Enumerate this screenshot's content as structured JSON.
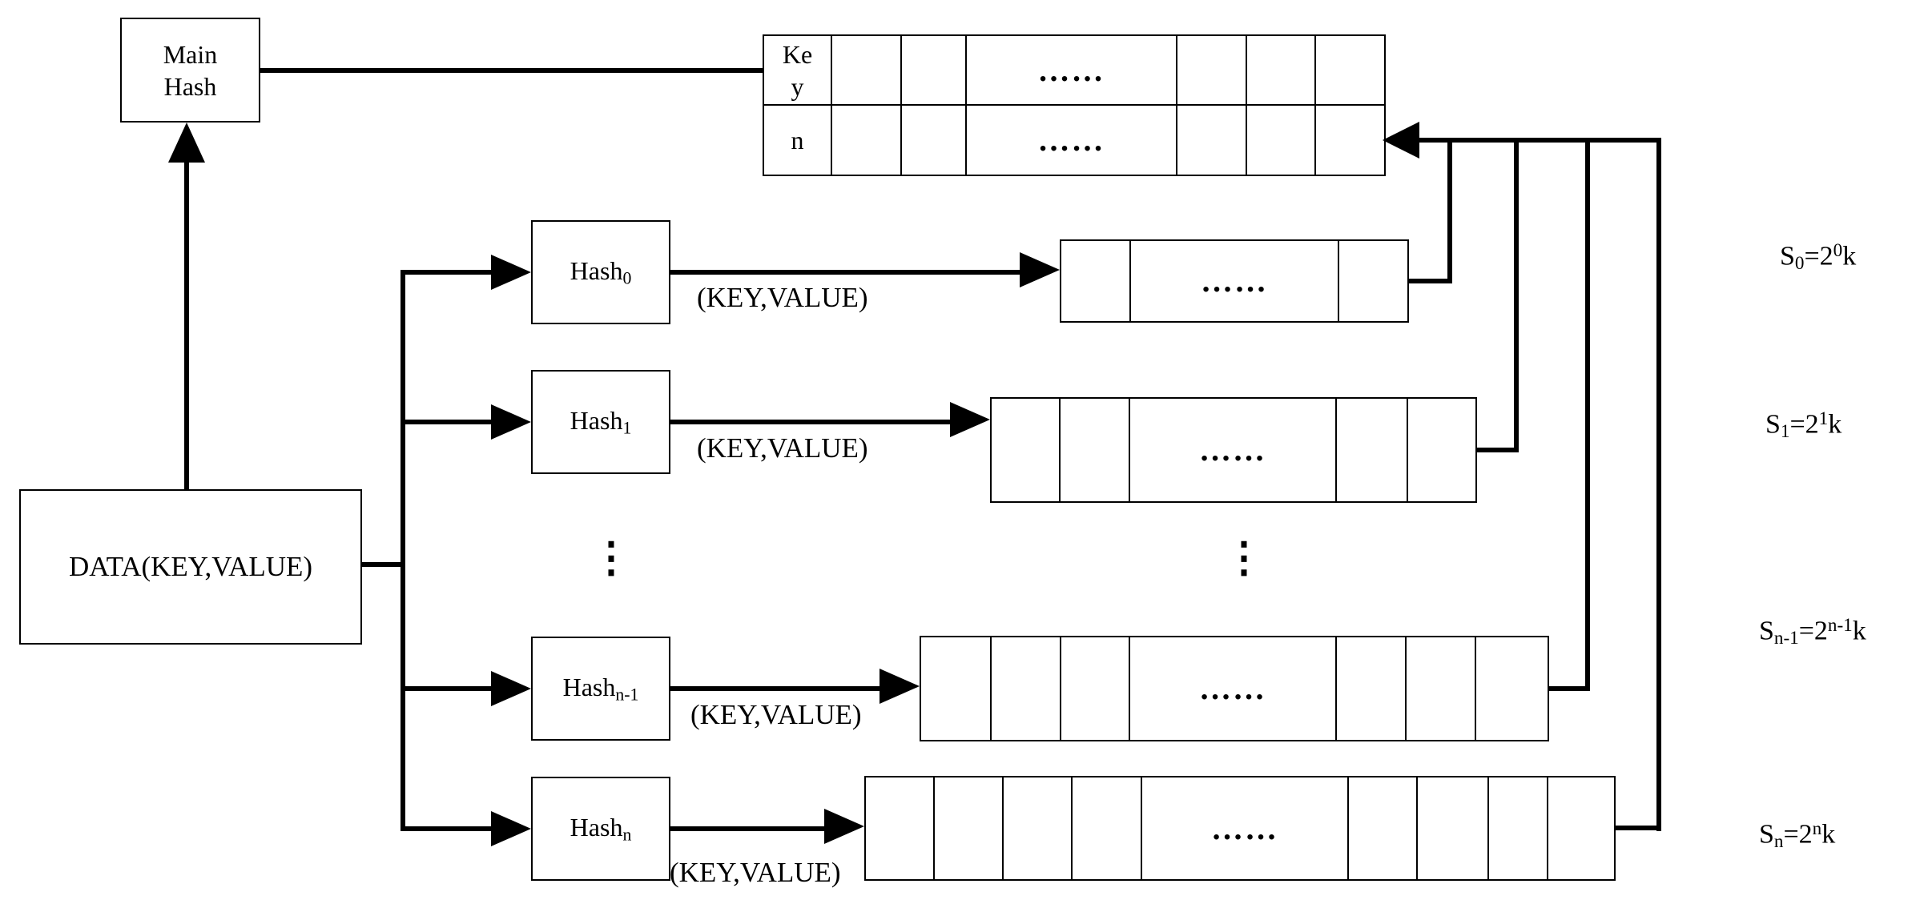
{
  "diagram": {
    "main_hash": {
      "line1": "Main",
      "line2": "Hash"
    },
    "data_source": {
      "label": "DATA(KEY,VALUE)"
    },
    "top_table": {
      "key_label": "Key",
      "n_label": "n",
      "key_row_dots": "……",
      "n_row_dots": "……"
    },
    "ellipsis": {
      "left": "⋮",
      "right": "⋮"
    },
    "rows": [
      {
        "hash_base": "Hash",
        "hash_sub": "0",
        "kv_label": "(KEY,VALUE)",
        "dots": "……",
        "s_base": "S",
        "s_sub": "0",
        "s_eq": "=2",
        "s_sup": "0",
        "s_unit": "k"
      },
      {
        "hash_base": "Hash",
        "hash_sub": "1",
        "kv_label": "(KEY,VALUE)",
        "dots": "……",
        "s_base": "S",
        "s_sub": "1",
        "s_eq": "=2",
        "s_sup": "1",
        "s_unit": "k"
      },
      {
        "hash_base": "Hash",
        "hash_sub": "n-1",
        "kv_label": "(KEY,VALUE)",
        "dots": "……",
        "s_base": "S",
        "s_sub": "n-1",
        "s_eq": "=2",
        "s_sup": "n-1",
        "s_unit": "k"
      },
      {
        "hash_base": "Hash",
        "hash_sub": "n",
        "kv_label": "(KEY,VALUE)",
        "dots": "……",
        "s_base": "S",
        "s_sub": "n",
        "s_eq": "=2",
        "s_sup": "n",
        "s_unit": "k"
      }
    ]
  }
}
